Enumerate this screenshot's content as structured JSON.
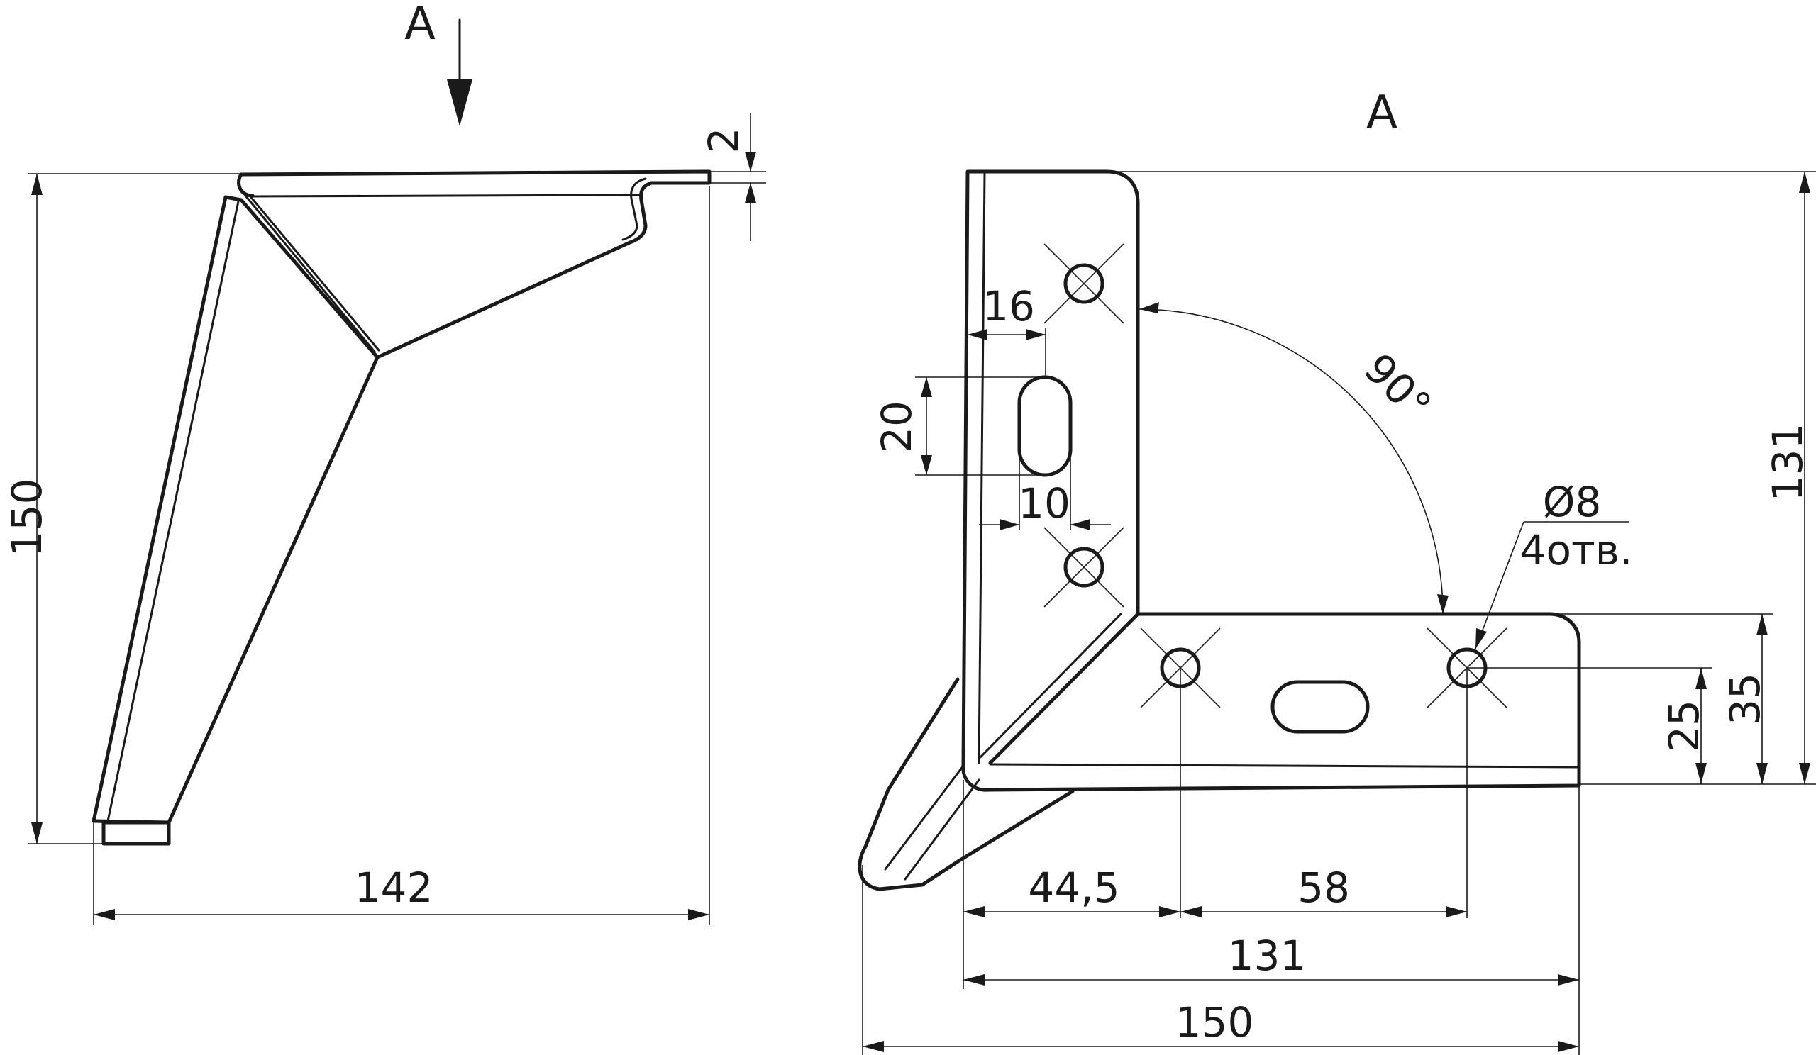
{
  "view_labels": {
    "side_view_arrow": "A",
    "top_view_title": "A"
  },
  "side_view": {
    "height": "150",
    "width": "142",
    "thickness": "2"
  },
  "top_view": {
    "slot_offset": "16",
    "slot_length": "20",
    "slot_width": "10",
    "angle": "90°",
    "hole_diameter": "Ø8",
    "hole_count": "4отв.",
    "plate_height": "131",
    "dim_35": "35",
    "dim_25": "25",
    "dim_44_5": "44,5",
    "dim_58": "58",
    "dim_131_bottom": "131",
    "dim_150_bottom": "150"
  }
}
